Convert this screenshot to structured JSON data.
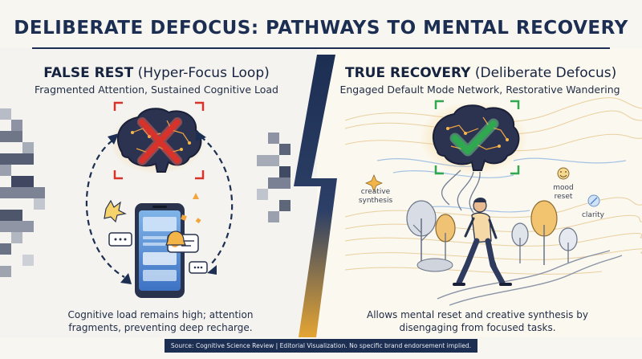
{
  "title": "DELIBERATE DEFOCUS: PATHWAYS TO MENTAL RECOVERY",
  "left": {
    "heading_main": "FALSE REST",
    "heading_paren": "(Hyper-Focus Loop)",
    "subtitle": "Fragmented Attention, Sustained Cognitive Load",
    "caption": "Cognitive load remains high; attention fragments, preventing deep recharge."
  },
  "right": {
    "heading_main": "TRUE RECOVERY",
    "heading_paren": "(Deliberate Defocus)",
    "subtitle": "Engaged Default Mode Network, Restorative Wandering",
    "caption": "Allows mental reset and creative synthesis by disengaging from focused tasks.",
    "labels": {
      "creative": "creative synthesis",
      "mood": "mood reset",
      "clarity": "clarity"
    }
  },
  "footer": "Source: Cognitive Science Review | Editorial Visualization. No specific brand endorsement implied.",
  "colors": {
    "navy": "#1c2e52",
    "accent_gold": "#e4a533",
    "alert_red": "#d9322a",
    "check_green": "#2fa84f",
    "flow_blue": "#7ca8d8"
  }
}
